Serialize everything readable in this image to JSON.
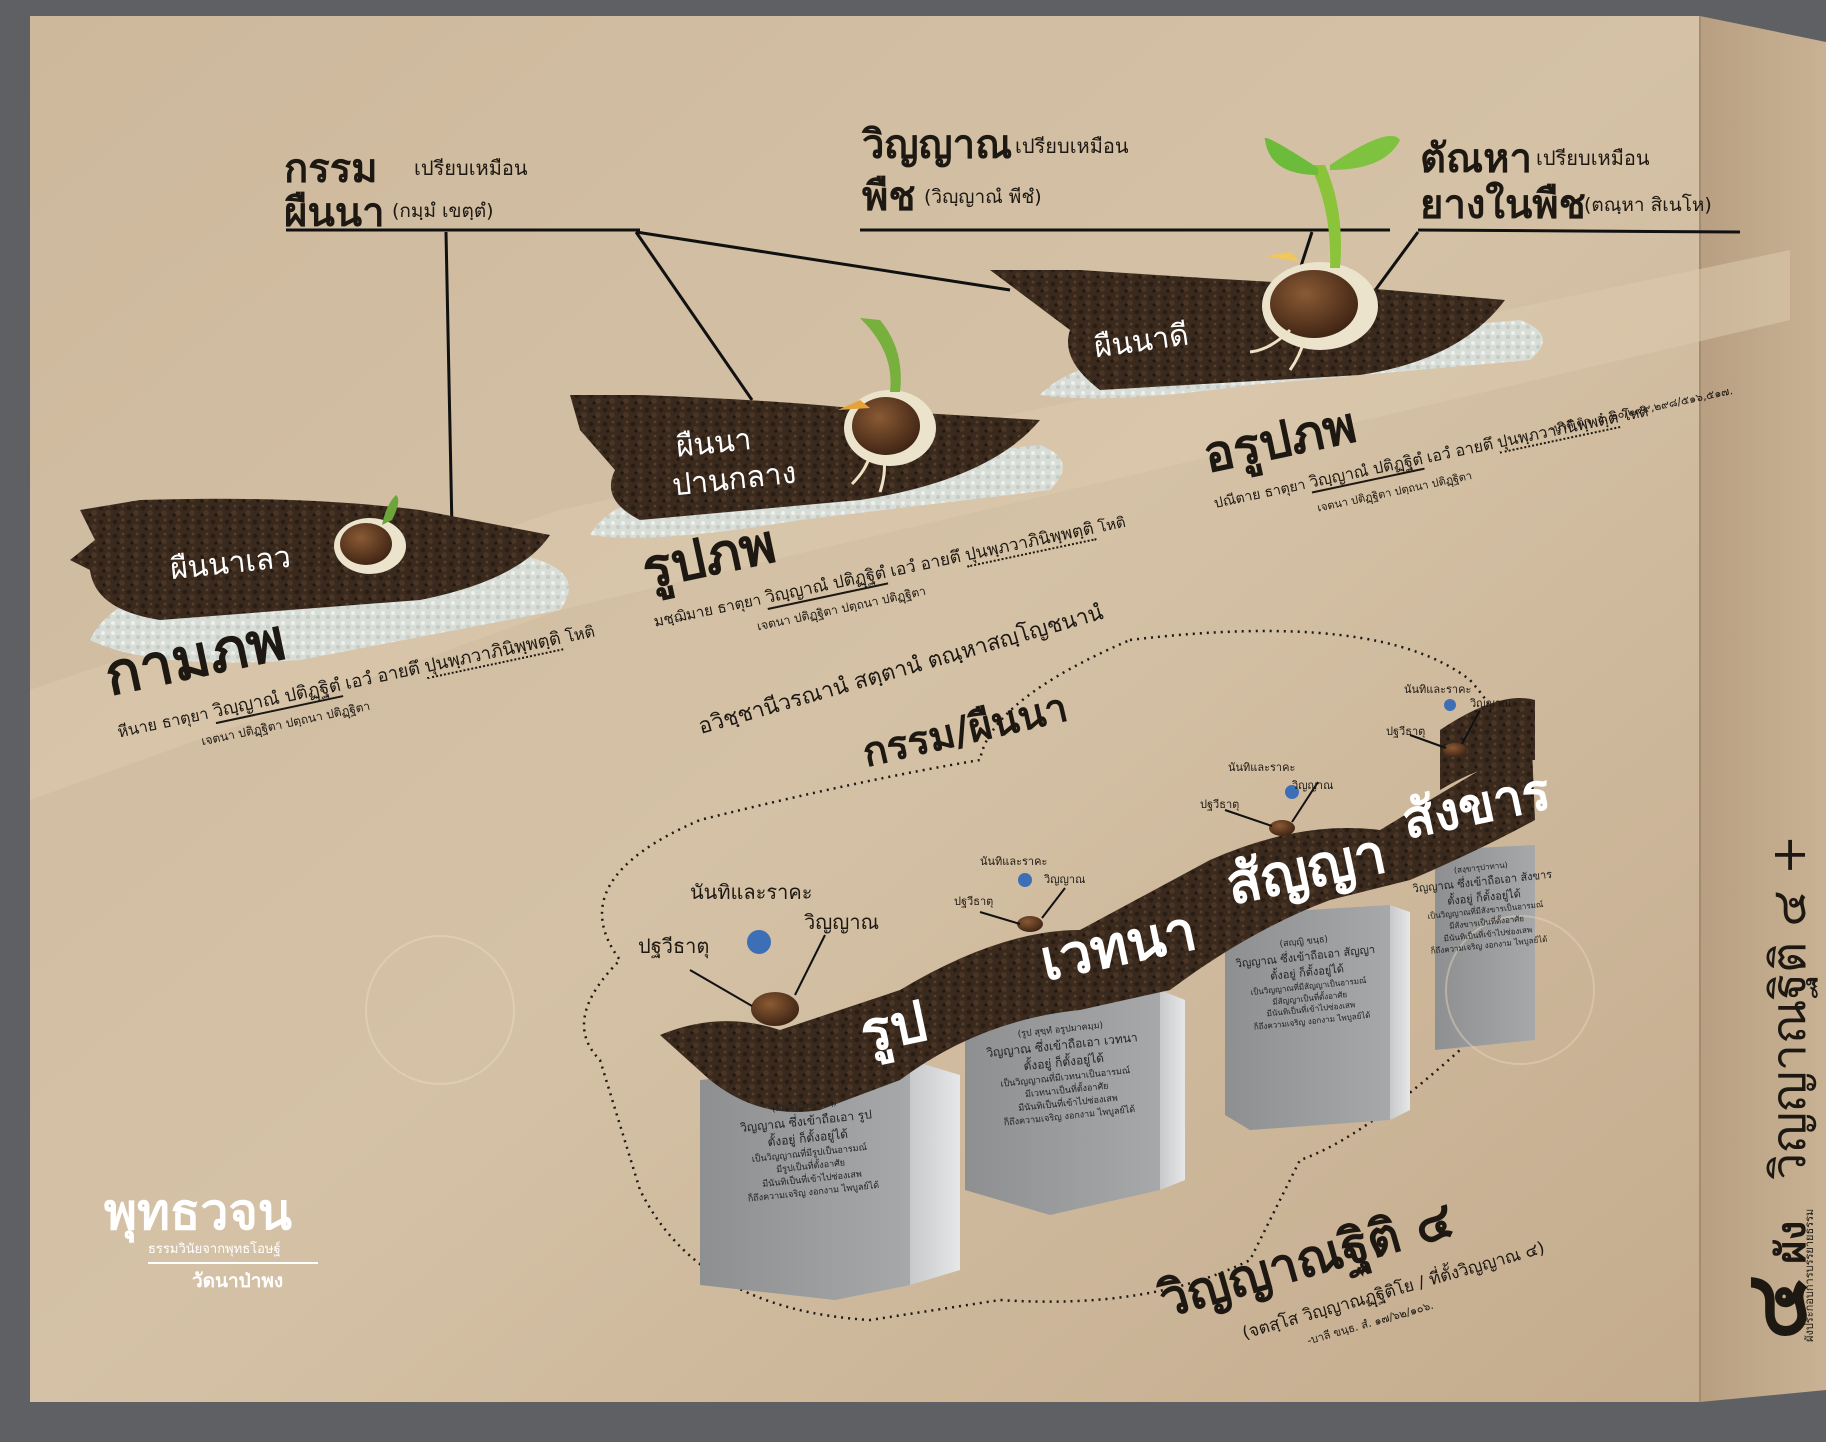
{
  "karma": {
    "word": "กรรม",
    "compare": "เปรียบเหมือน",
    "field": "ผืนนา",
    "pali": "(กมฺมํ เขตฺตํ)"
  },
  "vinnana": {
    "word": "วิญญาณ",
    "compare": "เปรียบเหมือน",
    "seed": "พืช",
    "pali": "(วิญฺญาณํ พีชํ)"
  },
  "tanha": {
    "word": "ตัณหา",
    "compare": "เปรียบเหมือน",
    "sap": "ยางในพืช",
    "pali": "(ตณฺหา สิเนโห)"
  },
  "fields": {
    "poor": "ผืนนาเลว",
    "middle": [
      "ผืนนา",
      "ปานกลาง"
    ],
    "good": "ผืนนาดี"
  },
  "realms": {
    "kama": {
      "name": "กามภพ",
      "line": [
        "หีนาย ธาตุยา",
        "วิญฺญาณํ ปติฏฺฐิตํ",
        "เอวํ อายตึ",
        "ปุนพฺภวาภินิพฺพตฺติ",
        "โหติ"
      ],
      "sub": [
        "เจตนา ปติฏฺฐิตา",
        "ปตฺถนา ปติฏฺฐิตา"
      ]
    },
    "rupa": {
      "name": "รูปภพ",
      "line": [
        "มชฺฌิมาย ธาตุยา",
        "วิญฺญาณํ ปติฏฺฐิตํ",
        "เอวํ อายตึ",
        "ปุนพฺภวาภินิพฺพตฺติ",
        "โหติ"
      ],
      "sub": [
        "เจตนา ปติฏฺฐิตา",
        "ปตฺถนา ปติฏฺฐิตา"
      ]
    },
    "arupa": {
      "name": "อรูปภพ",
      "line": [
        "ปณีตาย ธาตุยา",
        "วิญฺญาณํ ปติฏฺฐิตํ",
        "เอวํ อายตึ",
        "ปุนพฺภวาภินิพฺพตฺติ",
        "โหติ"
      ],
      "sub": [
        "เจตนา ปติฏฺฐิตา",
        "ปตฺถนา ปติฏฺฐิตา"
      ],
      "ref": "-บาลี ติก. อํ. ๒๐/๒๙๙,๒๙๘/๕๑๖,๕๑๗."
    }
  },
  "avijja": "อวิชฺชานีวรณานํ สตฺตานํ ตณฺหาสญฺโญชนานํ",
  "karma_field": "กรรม/ผืนนา",
  "khandhas": [
    "รูป",
    "เวทนา",
    "สัญญา",
    "สังขาร"
  ],
  "seed_labels": {
    "nandi": "นันทิและราคะ",
    "patavi": "ปฐวีธาตุ",
    "vinnana": "วิญญาณ"
  },
  "boxes": [
    {
      "head": "(ติณฺณํ ไปสฺ ตณฺ)",
      "body": [
        "วิญญาณ ซึ่งเข้าถือเอา รูป",
        "ตั้งอยู่ ก็ตั้งอยู่ได้",
        "เป็นวิญญาณที่มีรูปเป็นอารมณ์",
        "มีรูปเป็นที่ตั้งอาศัย",
        "มีนันทิเป็นที่เข้าไปซ่องเสพ",
        "ก็ถึงความเจริญ งอกงาม ไพบูลย์ได้"
      ]
    },
    {
      "head": "(รูป สุขฺทํ อรูปมาคมฺม)",
      "body": [
        "วิญญาณ ซึ่งเข้าถือเอา เวทนา",
        "ตั้งอยู่ ก็ตั้งอยู่ได้",
        "เป็นวิญญาณที่มีเวทนาเป็นอารมณ์",
        "มีเวทนาเป็นที่ตั้งอาศัย",
        "มีนันทิเป็นที่เข้าไปซ่องเสพ",
        "ก็ถึงความเจริญ งอกงาม ไพบูลย์ได้"
      ]
    },
    {
      "head": "(สญฺญิ ขนฺธ)",
      "body": [
        "วิญญาณ ซึ่งเข้าถือเอา สัญญา",
        "ตั้งอยู่ ก็ตั้งอยู่ได้",
        "เป็นวิญญาณที่มีสัญญาเป็นอารมณ์",
        "มีสัญญาเป็นที่ตั้งอาศัย",
        "มีนันทิเป็นที่เข้าไปซ่องเสพ",
        "ก็ถึงความเจริญ งอกงาม ไพบูลย์ได้"
      ]
    },
    {
      "head": "(สงฺขารุปาทาน)",
      "body": [
        "วิญญาณ ซึ่งเข้าถือเอา สังขาร",
        "ตั้งอยู่ ก็ตั้งอยู่ได้",
        "เป็นวิญญาณที่มีสังขารเป็นอารมณ์",
        "มีสังขารเป็นที่ตั้งอาศัย",
        "มีนันทิเป็นที่เข้าไปซ่องเสพ",
        "ก็ถึงความเจริญ งอกงาม ไพบูลย์ได้"
      ]
    }
  ],
  "title4": {
    "main": "วิญญาณฐิติ ๔",
    "sub": "(จตสฺโส วิญฺญาณฏฺฐิติโย / ที่ตั้งวิญญาณ ๔)",
    "ref": "-บาลี ขนฺธ. สํ. ๑๗/๖๒/๑๐๖."
  },
  "logo": {
    "main": "พุทธวจน",
    "sub": "ธรรมวินัยจากพุทธโอษฐ์",
    "temple": "วัดนาป่าพง"
  },
  "side": {
    "chart": "ผัง",
    "num": "๔",
    "title": "วิญญาณฐิติ ๔ +",
    "caption": "ผังประกอบการบรรยายธรรม"
  }
}
